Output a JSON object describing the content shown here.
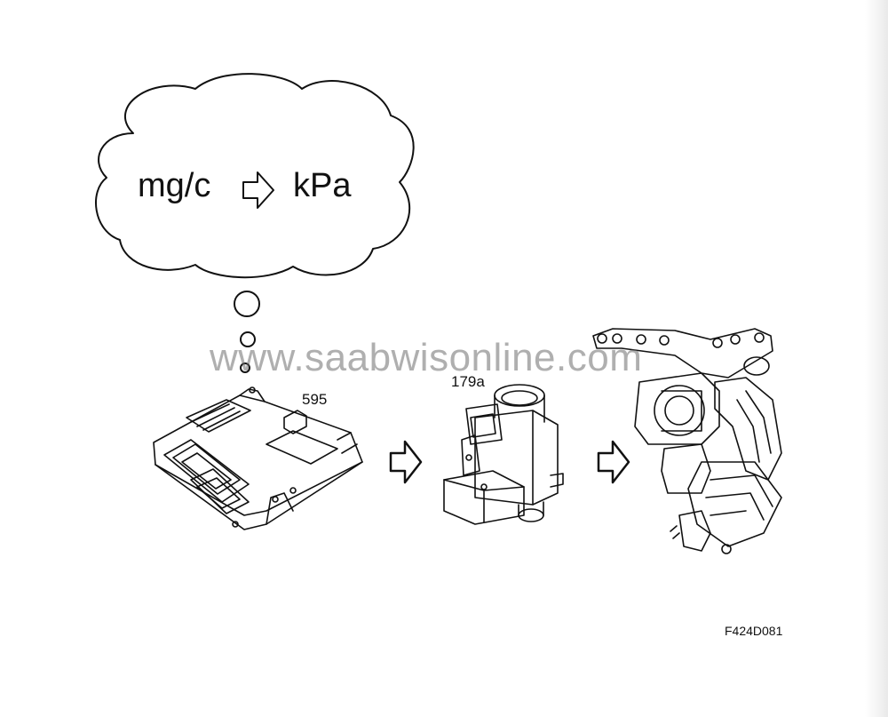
{
  "thought_bubble": {
    "from_unit": "mg/c",
    "to_unit": "kPa"
  },
  "components": {
    "ecu_label": "595",
    "throttle_label": "179a"
  },
  "figure_code": "F424D081",
  "watermark": "www.saabwisonline.com"
}
